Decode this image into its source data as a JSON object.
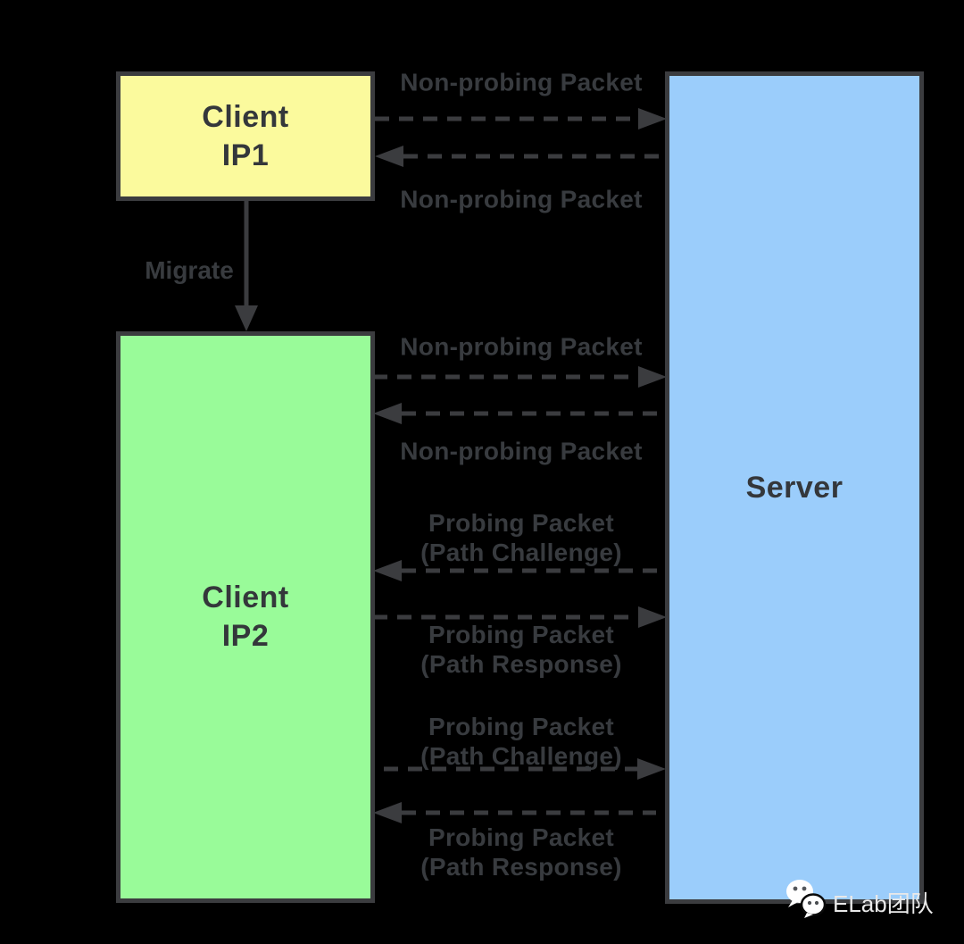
{
  "canvas": {
    "background_color": "#000000",
    "stroke_color": "#3B3C3F",
    "label_color": "#383B3F"
  },
  "nodes": {
    "client_ip1": {
      "line1": "Client",
      "line2": "IP1",
      "fill": "#FBFA9D"
    },
    "client_ip2": {
      "line1": "Client",
      "line2": "IP2",
      "fill": "#99FB99"
    },
    "server": {
      "label": "Server",
      "fill": "#9BCDFB"
    }
  },
  "migrate": {
    "label": "Migrate",
    "direction": "down"
  },
  "messages": [
    {
      "label": "Non-probing Packet",
      "direction": "right",
      "from": "client_ip1",
      "to": "server"
    },
    {
      "label": "Non-probing Packet",
      "direction": "left",
      "from": "server",
      "to": "client_ip1"
    },
    {
      "label": "Non-probing Packet",
      "direction": "right",
      "from": "client_ip2",
      "to": "server"
    },
    {
      "label": "Non-probing Packet",
      "direction": "left",
      "from": "server",
      "to": "client_ip2"
    },
    {
      "label": "Probing Packet",
      "sublabel": "(Path Challenge)",
      "direction": "left",
      "from": "server",
      "to": "client_ip2"
    },
    {
      "label": "Probing Packet",
      "sublabel": "(Path Response)",
      "direction": "right",
      "from": "client_ip2",
      "to": "server"
    },
    {
      "label": "Probing Packet",
      "sublabel": "(Path Challenge)",
      "direction": "right",
      "from": "client_ip2",
      "to": "server"
    },
    {
      "label": "Probing Packet",
      "sublabel": "(Path Response)",
      "direction": "left",
      "from": "server",
      "to": "client_ip2"
    }
  ],
  "watermark": {
    "icon": "wechat-icon",
    "label": "ELab团队"
  }
}
